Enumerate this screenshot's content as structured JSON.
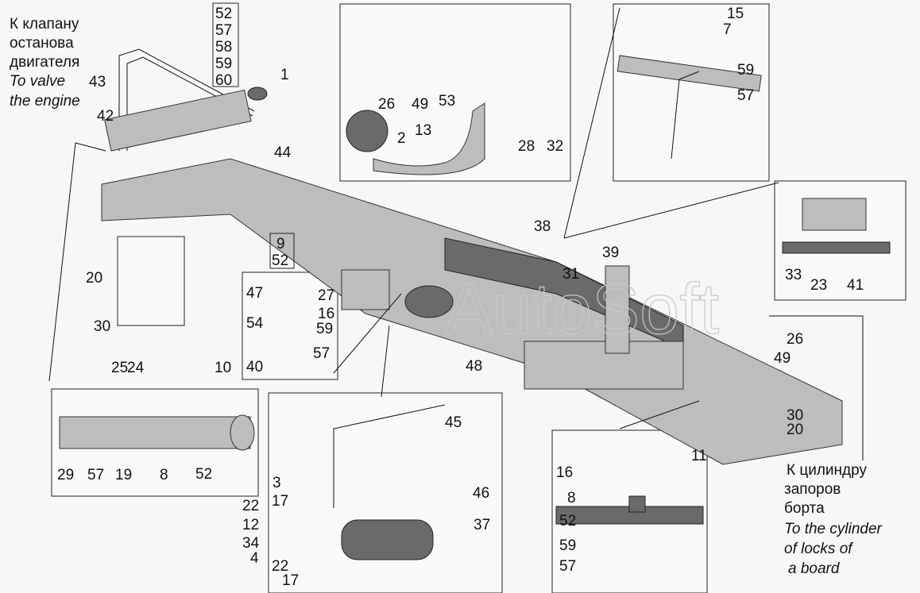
{
  "captions": {
    "top_left": [
      "К клапану",
      "останова",
      "двигателя",
      "To valve",
      "the engine"
    ],
    "bottom_right": [
      "К цилиндру",
      "запоров",
      "борта",
      "To the cylinder",
      "of locks of",
      "a board"
    ]
  },
  "watermark": "AutoSoft",
  "boxed_top": [
    "52",
    "57",
    "58",
    "59",
    "60"
  ],
  "boxed_mid": [
    "9",
    "52"
  ],
  "callouts": [
    "1",
    "43",
    "42",
    "44",
    "26",
    "49",
    "53",
    "2",
    "13",
    "28",
    "32",
    "15",
    "7",
    "59",
    "57",
    "33",
    "23",
    "41",
    "20",
    "30",
    "47",
    "27",
    "16",
    "54",
    "59",
    "57",
    "40",
    "38",
    "39",
    "31",
    "48",
    "25",
    "24",
    "10",
    "29",
    "57",
    "19",
    "8",
    "52",
    "45",
    "46",
    "3",
    "17",
    "22",
    "12",
    "34",
    "4",
    "22",
    "17",
    "37",
    "26",
    "49",
    "30",
    "20",
    "11",
    "16",
    "8",
    "52",
    "59",
    "57"
  ]
}
